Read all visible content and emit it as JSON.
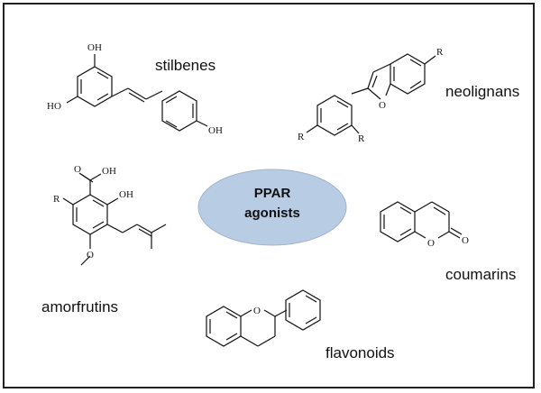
{
  "center": {
    "line1": "PPAR",
    "line2": "agonists",
    "fill": "#b8cce4"
  },
  "classes": {
    "stilbenes": "stilbenes",
    "neolignans": "neolignans",
    "amorfrutins": "amorfrutins",
    "coumarins": "coumarins",
    "flavonoids": "flavonoids"
  },
  "atoms": {
    "oh": "OH",
    "ho": "HO",
    "cooh": "OH",
    "o": "O",
    "r": "R"
  }
}
